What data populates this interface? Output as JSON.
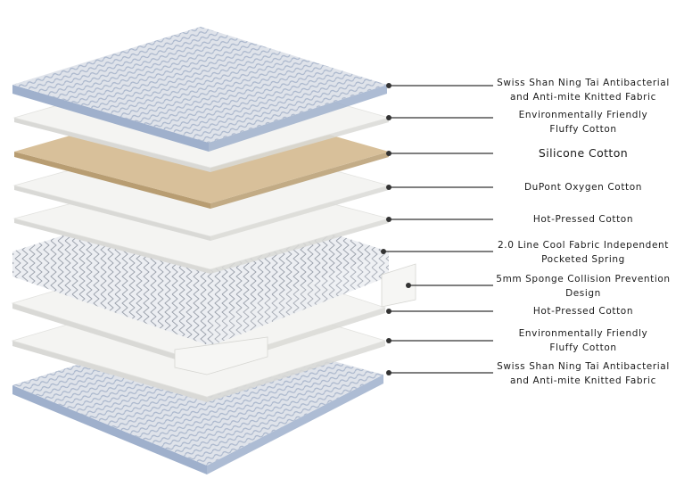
{
  "image": {
    "subject": "mattress-layer-cross-section",
    "colors": {
      "fabric": "#d4dae4",
      "fabric_pattern": "#9fb0cc",
      "cotton": "#f4f4f2",
      "cotton_edge": "#d9d9d6",
      "silicone": "#d8c09a",
      "silicone_edge": "#b89d72",
      "spring": "#e3e5ea",
      "spring_line": "#9aa0ab",
      "leader": "#333333"
    }
  },
  "labels": [
    {
      "id": "fabric-top",
      "lines": [
        "Swiss Shan Ning Tai Antibacterial",
        "and Anti-mite Knitted Fabric"
      ]
    },
    {
      "id": "fluffy-top",
      "lines": [
        "Environmentally Friendly",
        "Fluffy Cotton"
      ]
    },
    {
      "id": "silicone",
      "lines": [
        "Silicone Cotton"
      ]
    },
    {
      "id": "dupont",
      "lines": [
        "DuPont Oxygen Cotton"
      ]
    },
    {
      "id": "hotpressed-top",
      "lines": [
        "Hot-Pressed Cotton"
      ]
    },
    {
      "id": "spring",
      "lines": [
        "2.0 Line Cool Fabric Independent",
        "Pocketed Spring"
      ]
    },
    {
      "id": "sponge",
      "lines": [
        "5mm Sponge Collision Prevention",
        "Design"
      ]
    },
    {
      "id": "hotpressed-bottom",
      "lines": [
        "Hot-Pressed Cotton"
      ]
    },
    {
      "id": "fluffy-bottom",
      "lines": [
        "Environmentally Friendly",
        "Fluffy Cotton"
      ]
    },
    {
      "id": "fabric-bottom",
      "lines": [
        "Swiss Shan Ning Tai Antibacterial",
        "and Anti-mite Knitted Fabric"
      ]
    }
  ]
}
